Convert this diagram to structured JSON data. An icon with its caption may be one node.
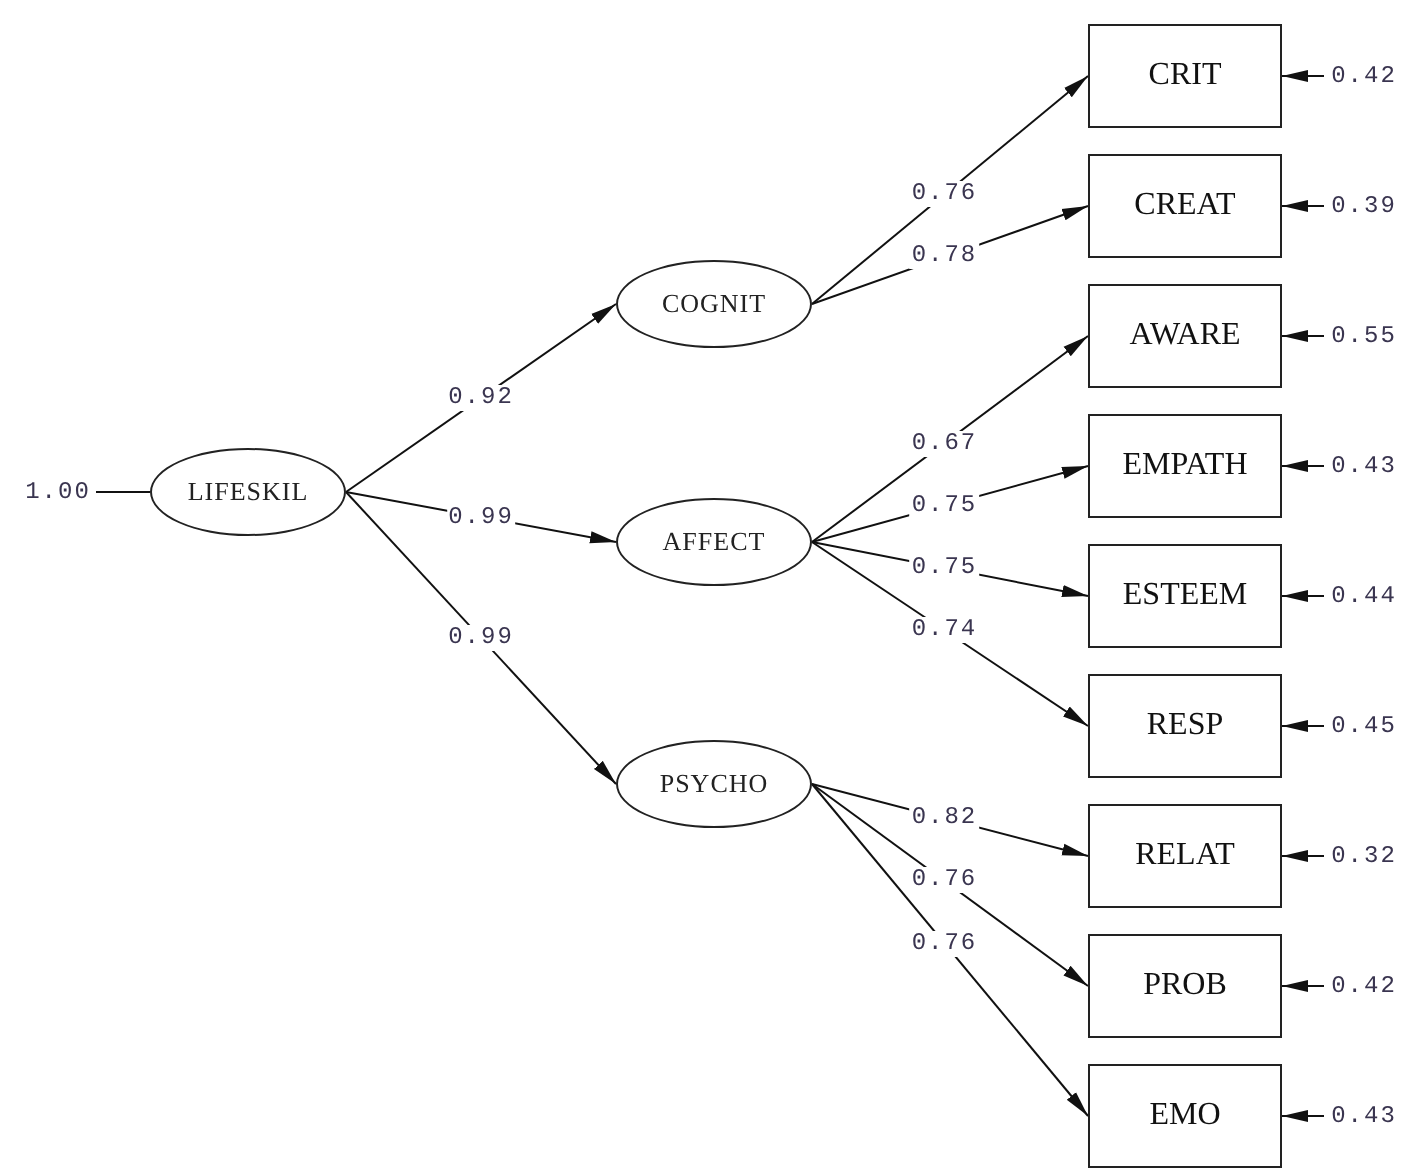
{
  "diagram": {
    "nodes": [
      {
        "text": [
          "1.00"
        ]
      },
      {
        "text": [
          "LIFESKIL"
        ]
      },
      {
        "text": [
          "COGNIT"
        ]
      },
      {
        "text": [
          "AFFECT"
        ]
      },
      {
        "text": [
          "PSYCHO"
        ]
      },
      {
        "text": [
          "CRIT"
        ]
      },
      {
        "text": [
          "CREAT"
        ]
      },
      {
        "text": [
          "AWARE"
        ]
      },
      {
        "text": [
          "EMPATH"
        ]
      },
      {
        "text": [
          "ESTEEM"
        ]
      },
      {
        "text": [
          "RESP"
        ]
      },
      {
        "text": [
          "RELAT"
        ]
      },
      {
        "text": [
          "PROB"
        ]
      },
      {
        "text": [
          "EMO"
        ]
      },
      {
        "text": [
          "0.42"
        ]
      },
      {
        "text": [
          "0.39"
        ]
      },
      {
        "text": [
          "0.55"
        ]
      },
      {
        "text": [
          "0.43"
        ]
      },
      {
        "text": [
          "0.44"
        ]
      },
      {
        "text": [
          "0.45"
        ]
      },
      {
        "text": [
          "0.32"
        ]
      },
      {
        "text": [
          "0.42"
        ]
      },
      {
        "text": [
          "0.43"
        ]
      }
    ],
    "edges": [
      {
        "from": 0,
        "to": 1,
        "arrow": "none"
      },
      {
        "from": 1,
        "to": 2,
        "arrow": "to",
        "label": "0.92"
      },
      {
        "from": 1,
        "to": 3,
        "arrow": "to",
        "label": "0.99"
      },
      {
        "from": 1,
        "to": 4,
        "arrow": "to",
        "label": "0.99"
      },
      {
        "from": 2,
        "to": 5,
        "arrow": "to",
        "label": "0.76"
      },
      {
        "from": 2,
        "to": 6,
        "arrow": "to",
        "label": "0.78"
      },
      {
        "from": 3,
        "to": 7,
        "arrow": "to",
        "label": "0.67"
      },
      {
        "from": 3,
        "to": 8,
        "arrow": "to",
        "label": "0.75"
      },
      {
        "from": 3,
        "to": 9,
        "arrow": "to",
        "label": "0.75"
      },
      {
        "from": 3,
        "to": 10,
        "arrow": "to",
        "label": "0.74"
      },
      {
        "from": 4,
        "to": 11,
        "arrow": "to",
        "label": "0.82"
      },
      {
        "from": 4,
        "to": 12,
        "arrow": "to",
        "label": "0.76"
      },
      {
        "from": 4,
        "to": 13,
        "arrow": "to",
        "label": "0.76"
      },
      {
        "from": 14,
        "to": 5,
        "arrow": "to"
      },
      {
        "from": 15,
        "to": 6,
        "arrow": "to"
      },
      {
        "from": 16,
        "to": 7,
        "arrow": "to"
      },
      {
        "from": 17,
        "to": 8,
        "arrow": "to"
      },
      {
        "from": 18,
        "to": 9,
        "arrow": "to"
      },
      {
        "from": 19,
        "to": 10,
        "arrow": "to"
      },
      {
        "from": 20,
        "to": 11,
        "arrow": "to"
      },
      {
        "from": 21,
        "to": 12,
        "arrow": "to"
      },
      {
        "from": 22,
        "to": 13,
        "arrow": "to"
      }
    ]
  }
}
